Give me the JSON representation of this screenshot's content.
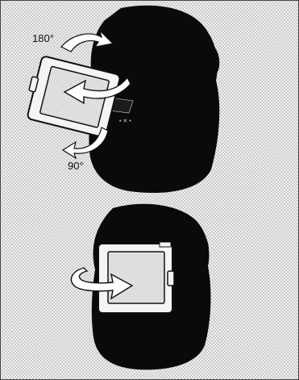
{
  "figure": {
    "panels": [
      {
        "name": "lcd-open-rotate",
        "angle_labels": [
          "180°",
          "90°"
        ]
      },
      {
        "name": "lcd-folded-screen-out"
      }
    ],
    "colors": {
      "background_stipple": "#c9c9c9",
      "background_base": "#eeeeee",
      "camera_body": "#0a0a0a",
      "screen_frame": "#f4f4f4",
      "screen_glass": "#d8d8d8",
      "outline": "#111111",
      "arrow_fill": "#ffffff"
    }
  }
}
